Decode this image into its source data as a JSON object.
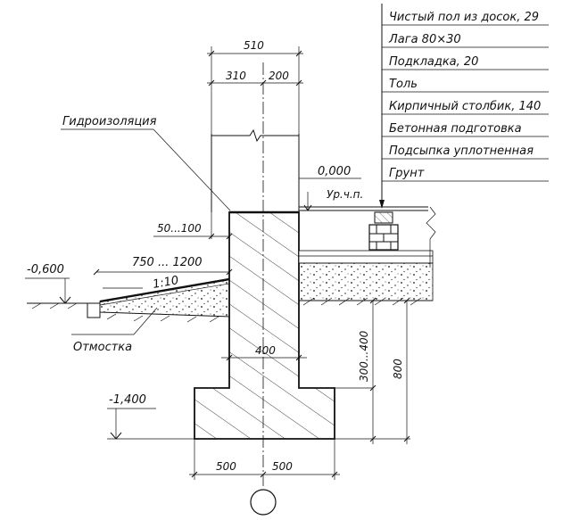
{
  "legend": {
    "layers": [
      "Чистый пол из досок, 29",
      "Лага 80×30",
      "Подкладка, 20",
      "Толь",
      "Кирпичный столбик, 140",
      "Бетонная подготовка",
      "Подсыпка уплотненная",
      "Грунт"
    ]
  },
  "labels": {
    "waterproofing": "Гидроизоляция",
    "blind_area": "Отмостка",
    "slope": "1:10",
    "floor_level_mark": "0,000",
    "floor_level_abbr": "Ур.ч.п.",
    "ground_mark": "-0,600",
    "base_mark": "-1,400"
  },
  "dimensions": {
    "wall_total": "510",
    "wall_left": "310",
    "wall_right": "200",
    "wall_to_floor": "50...100",
    "blind_area_width": "750 ... 1200",
    "foundation_wall": "400",
    "footing_left": "500",
    "footing_right": "500",
    "height_top": "300...400",
    "height_total": "800"
  },
  "colors": {
    "ink": "#111111",
    "paper": "#ffffff"
  }
}
